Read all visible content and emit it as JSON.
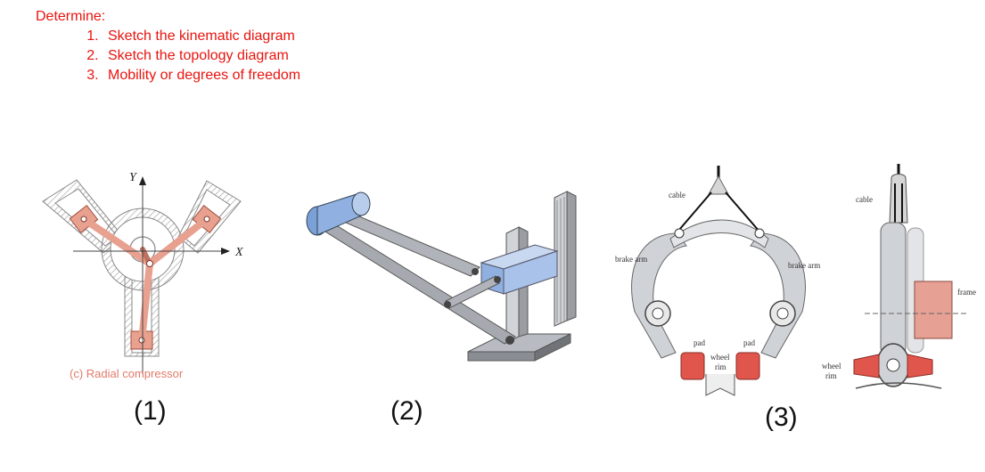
{
  "task": {
    "heading": "Determine:",
    "items": [
      "Sketch the kinematic diagram",
      "Sketch the topology diagram",
      "Mobility or degrees of freedom"
    ]
  },
  "figure1": {
    "caption": "(c) Radial compressor",
    "axis_y": "Y",
    "axis_x": "X",
    "number": "(1)"
  },
  "figure2": {
    "number": "(2)"
  },
  "figure3": {
    "labels": {
      "cable": "cable",
      "brake_arm_left": "brake arm",
      "brake_arm_right": "brake arm",
      "pad_left": "pad",
      "pad_right": "pad",
      "wheel_rim_line1": "wheel",
      "wheel_rim_line2": "rim",
      "side_cable": "cable",
      "frame": "frame",
      "side_wheel_line1": "wheel",
      "side_wheel_line2": "rim"
    },
    "number": "(3)"
  },
  "colors": {
    "task_text": "#e8140f",
    "link_fill": "#e8a08f",
    "caption": "#e07a6a",
    "roller": "#8fb0e0"
  }
}
